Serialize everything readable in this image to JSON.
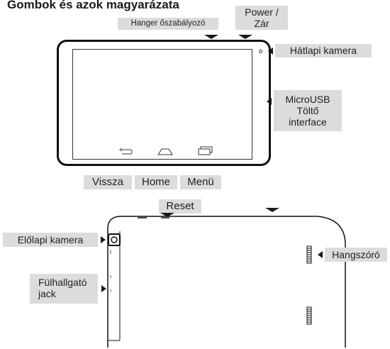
{
  "title": "Gombok és azok magyarázata",
  "labels": {
    "volume": "Hanger őszabályozó",
    "power_line1": "Power /",
    "power_line2": "Zár",
    "rear_camera": "Hátlapi kamera",
    "usb_line1": "MicroUSB",
    "usb_line2": "Töltő",
    "usb_line3": "interface",
    "back": "Vissza",
    "home": "Home",
    "menu": "Menü",
    "reset": "Reset",
    "front_camera": "Előlapi kamera",
    "jack_line1": "Fülhallgató",
    "jack_line2": "jack",
    "speaker": "Hangszóró"
  },
  "icons": {
    "back": "back-arrow-icon",
    "home": "home-icon",
    "menu": "recent-apps-icon",
    "front_camera": "camera-lens-icon",
    "speaker_grille": "speaker-grille-icon"
  },
  "colors": {
    "label_bg": "#dcdcdc",
    "line": "#111111"
  }
}
